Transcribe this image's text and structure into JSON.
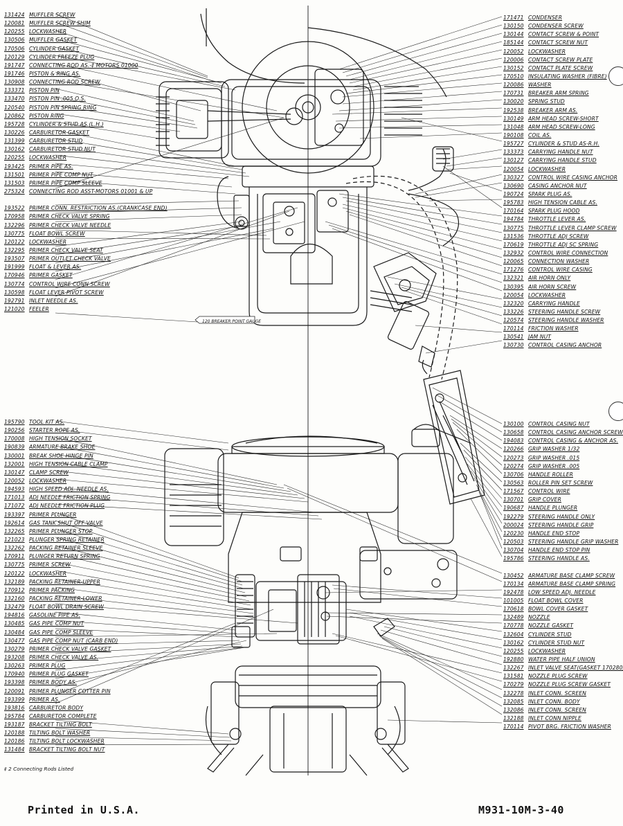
{
  "parts_upper_left": [
    {
      "num": "131424",
      "name": "Muffler Screw"
    },
    {
      "num": "120081",
      "name": "Muffler Screw Shim"
    },
    {
      "num": "120255",
      "name": "Lockwasher"
    },
    {
      "num": "130506",
      "name": "Muffler Gasket"
    },
    {
      "num": "170506",
      "name": "Cylinder Gasket"
    },
    {
      "num": "120129",
      "name": "Cylinder Freeze Plug"
    },
    {
      "num": "191747",
      "name": "Connecting Rod As.-‡ Motors 01000"
    },
    {
      "num": "191746",
      "name": "Piston & Ring As."
    },
    {
      "num": "130908",
      "name": "Connecting Rod Screw"
    },
    {
      "num": "133371",
      "name": "Piston Pin"
    },
    {
      "num": "133470",
      "name": "Piston Pin .005 O.S."
    },
    {
      "num": "120540",
      "name": "Piston Pin Spring Ring"
    },
    {
      "num": "120862",
      "name": "Piston Ring"
    },
    {
      "num": "195728",
      "name": "Cylinder & Stud As.(L.H.)"
    },
    {
      "num": "130226",
      "name": "Carburetor Gasket"
    },
    {
      "num": "131399",
      "name": "Carburetor Stud"
    },
    {
      "num": "130162",
      "name": "Carburetor Stud Nut"
    },
    {
      "num": "120255",
      "name": "Lockwasher"
    },
    {
      "num": "193425",
      "name": "Primer Pipe As."
    },
    {
      "num": "131501",
      "name": "Primer Pipe Comp Nut"
    },
    {
      "num": "131503",
      "name": "Primer Pipe Comp Sleeve"
    },
    {
      "num": "275324",
      "name": "Connecting Rod Asst-motors 01001 & up"
    },
    {
      "num": "",
      "name": ""
    },
    {
      "num": "193522",
      "name": "Primer Conn. Restriction As.(Crankcase End)"
    },
    {
      "num": "170958",
      "name": "Primer Check Valve Spring"
    },
    {
      "num": "132296",
      "name": "Primer Check Valve Needle"
    },
    {
      "num": "130775",
      "name": "Float Bowl Screw"
    },
    {
      "num": "120122",
      "name": "Lockwasher"
    },
    {
      "num": "132295",
      "name": "Primer Check Valve Seat"
    },
    {
      "num": "193507",
      "name": "Primer Outlet Check Valve"
    },
    {
      "num": "191999",
      "name": "Float & Lever As."
    },
    {
      "num": "170946",
      "name": "Primer Gasket"
    },
    {
      "num": "130774",
      "name": "Control Wire Conn Screw"
    },
    {
      "num": "130598",
      "name": "Float Lever Pivot Screw"
    },
    {
      "num": "192791",
      "name": "Inlet Needle As."
    },
    {
      "num": "121020",
      "name": "Feeler"
    }
  ],
  "parts_upper_right": [
    {
      "num": "171471",
      "name": "Condenser"
    },
    {
      "num": "130150",
      "name": "Condenser Screw"
    },
    {
      "num": "130144",
      "name": "Contact Screw & Point"
    },
    {
      "num": "185144",
      "name": "Contact Screw Nut"
    },
    {
      "num": "120052",
      "name": "Lockwasher"
    },
    {
      "num": "120006",
      "name": "Contact Screw Plate"
    },
    {
      "num": "130152",
      "name": "Contact Plate Screw"
    },
    {
      "num": "170510",
      "name": "Insulating Washer (Fibre)"
    },
    {
      "num": "120086",
      "name": "Washer"
    },
    {
      "num": "170731",
      "name": "Breaker Arm Spring"
    },
    {
      "num": "130020",
      "name": "Spring Stud"
    },
    {
      "num": "192538",
      "name": "Breaker Arm As."
    },
    {
      "num": "130149",
      "name": "Arm Head Screw-Short"
    },
    {
      "num": "131048",
      "name": "Arm Head Screw-Long"
    },
    {
      "num": "190108",
      "name": "Coil As."
    },
    {
      "num": "195727",
      "name": "Cylinder & Stud As-R.H."
    },
    {
      "num": "133373",
      "name": "Carrying Handle Nut"
    },
    {
      "num": "130127",
      "name": "Carrying Handle Stud"
    },
    {
      "num": "120054",
      "name": "Lockwasher"
    },
    {
      "num": "130327",
      "name": "Control Wire Casing Anchor"
    },
    {
      "num": "130690",
      "name": "Casing Anchor Nut"
    },
    {
      "num": "190724",
      "name": "Spark Plug As."
    },
    {
      "num": "195783",
      "name": "High Tension Cable As."
    },
    {
      "num": "170164",
      "name": "Spark Plug Hood"
    },
    {
      "num": "194784",
      "name": "Throttle Lever As."
    },
    {
      "num": "130775",
      "name": "Throttle Lever Clamp Screw"
    },
    {
      "num": "131536",
      "name": "Throttle Adj Screw"
    },
    {
      "num": "170619",
      "name": "Throttle Adj Sc Spring"
    },
    {
      "num": "132932",
      "name": "Control Wire Connection"
    },
    {
      "num": "120065",
      "name": "Connection Washer"
    },
    {
      "num": "171276",
      "name": "Control Wire Casing"
    },
    {
      "num": "132321",
      "name": "Air Horn Only"
    },
    {
      "num": "130395",
      "name": "Air Horn Screw"
    },
    {
      "num": "120054",
      "name": "Lockwasher"
    },
    {
      "num": "132320",
      "name": "Carrying Handle"
    },
    {
      "num": "133226",
      "name": "Steering Handle Screw"
    },
    {
      "num": "120574",
      "name": "Steering Handle Washer"
    },
    {
      "num": "170114",
      "name": "Friction Washer"
    },
    {
      "num": "130541",
      "name": "Jam Nut"
    },
    {
      "num": "130730",
      "name": "Control Casing Anchor"
    }
  ],
  "parts_lower_left": [
    {
      "num": "195790",
      "name": "Tool Kit As."
    },
    {
      "num": "190256",
      "name": "Starter Rope As."
    },
    {
      "num": "170008",
      "name": "High Tension Socket"
    },
    {
      "num": "190839",
      "name": "Armature Brake Shoe"
    },
    {
      "num": "130001",
      "name": "Break Shoe Hinge Pin"
    },
    {
      "num": "132001",
      "name": "High Tension Cable Clamp"
    },
    {
      "num": "130147",
      "name": "Clamp Screw"
    },
    {
      "num": "120052",
      "name": "Lockwasher"
    },
    {
      "num": "194593",
      "name": "High Speed Adj. Needle As."
    },
    {
      "num": "171013",
      "name": "Adj Needle Friction Spring"
    },
    {
      "num": "171072",
      "name": "Adj Needle Friction Plug"
    },
    {
      "num": "193397",
      "name": "Primer Plunger"
    },
    {
      "num": "192614",
      "name": "Gas Tank Shut Off Valve"
    },
    {
      "num": "132265",
      "name": "Primer Plunger Stop"
    },
    {
      "num": "121023",
      "name": "Plunger Spring Retainer"
    },
    {
      "num": "132262",
      "name": "Packing Retainer Sleeve"
    },
    {
      "num": "170911",
      "name": "Plunger Return Spring"
    },
    {
      "num": "130775",
      "name": "Primer Screw"
    },
    {
      "num": "120122",
      "name": "Lockwasher"
    },
    {
      "num": "132189",
      "name": "Packing Retainer-Upper"
    },
    {
      "num": "170912",
      "name": "Primer Packing"
    },
    {
      "num": "132160",
      "name": "Packing Retainer-Lower"
    },
    {
      "num": "132479",
      "name": "Float Bowl Drain Screw"
    },
    {
      "num": "194816",
      "name": "Gasoline Pipe As."
    },
    {
      "num": "130485",
      "name": "Gas Pipe Comp Nut"
    },
    {
      "num": "130484",
      "name": "Gas Pipe Comp Sleeve"
    },
    {
      "num": "130477",
      "name": "Gas Pipe Comp Nut (Carb End)"
    },
    {
      "num": "130279",
      "name": "Primer Check Valve Gasket"
    },
    {
      "num": "193208",
      "name": "Primer Check Valve As."
    },
    {
      "num": "130263",
      "name": "Primer Plug"
    },
    {
      "num": "170940",
      "name": "Primer Plug Gasket"
    },
    {
      "num": "193398",
      "name": "Primer Body As."
    },
    {
      "num": "120091",
      "name": "Primer Plunger Cotter Pin"
    },
    {
      "num": "193399",
      "name": "Primer As."
    },
    {
      "num": "193816",
      "name": "Carburetor Body"
    },
    {
      "num": "195784",
      "name": "Carburetor Complete"
    },
    {
      "num": "193187",
      "name": "Bracket Tilting Bolt"
    },
    {
      "num": "120188",
      "name": "Tilting Bolt Washer"
    },
    {
      "num": "120186",
      "name": "Tilting Bolt Lockwasher"
    },
    {
      "num": "131484",
      "name": "Bracket Tilting Bolt Nut"
    }
  ],
  "parts_lower_right": [
    {
      "num": "130100",
      "name": "Control Casing Nut"
    },
    {
      "num": "130658",
      "name": "Control Casing Anchor Screw"
    },
    {
      "num": "194083",
      "name": "Control Casing & Anchor As."
    },
    {
      "num": "120266",
      "name": "Grip Washer 1/32"
    },
    {
      "num": "120273",
      "name": "Grip Washer .015"
    },
    {
      "num": "120274",
      "name": "Grip Washer .005"
    },
    {
      "num": "130706",
      "name": "Handle Roller"
    },
    {
      "num": "130563",
      "name": "Roller Pin Set Screw"
    },
    {
      "num": "171567",
      "name": "Control Wire"
    },
    {
      "num": "130701",
      "name": "Grip Cover"
    },
    {
      "num": "190687",
      "name": "Handle Plunger"
    },
    {
      "num": "192279",
      "name": "Steering Handle Only"
    },
    {
      "num": "200024",
      "name": "Steering Handle Grip"
    },
    {
      "num": "120230",
      "name": "Handle End Stop"
    },
    {
      "num": "120503",
      "name": "Steering Handle Grip Washer"
    },
    {
      "num": "130704",
      "name": "Handle End Stop Pin"
    },
    {
      "num": "195786",
      "name": "Steering Handle As."
    },
    {
      "num": "",
      "name": ""
    },
    {
      "num": "130452",
      "name": "Armature Base Clamp Screw"
    },
    {
      "num": "170134",
      "name": "Armature Base Clamp Spring"
    },
    {
      "num": "192478",
      "name": "Low Speed Adj. Needle"
    },
    {
      "num": "101005",
      "name": "Float Bowl Cover"
    },
    {
      "num": "170618",
      "name": "Bowl Cover Gasket"
    },
    {
      "num": "132489",
      "name": "Nozzle"
    },
    {
      "num": "170778",
      "name": "Nozzle Gasket"
    },
    {
      "num": "132604",
      "name": "Cylinder Stud"
    },
    {
      "num": "130162",
      "name": "Cylinder Stud Nut"
    },
    {
      "num": "120255",
      "name": "Lockwasher"
    },
    {
      "num": "192880",
      "name": "Water Pipe Half Union"
    },
    {
      "num": "132267",
      "name": "Inlet Valve Seat(Gasket 170280)"
    },
    {
      "num": "131581",
      "name": "Nozzle Plug Screw"
    },
    {
      "num": "170279",
      "name": "Nozzle Plug Screw Gasket"
    },
    {
      "num": "132278",
      "name": "Inlet Conn. Screen"
    },
    {
      "num": "132085",
      "name": "Inlet Conn. Body"
    },
    {
      "num": "132086",
      "name": "Inlet Conn. Screen"
    },
    {
      "num": "132188",
      "name": "Inlet Conn Nipple"
    },
    {
      "num": "170114",
      "name": "Pivot Brg. Friction Washer"
    }
  ],
  "diagram_annotations": {
    "feeler_tag": "120 BREAKER POINT GAUGE"
  },
  "footnote": "‡ 2 Connecting Rods Listed",
  "footer": {
    "left": "Printed in U.S.A.",
    "right": "M931-10M-3-40"
  }
}
